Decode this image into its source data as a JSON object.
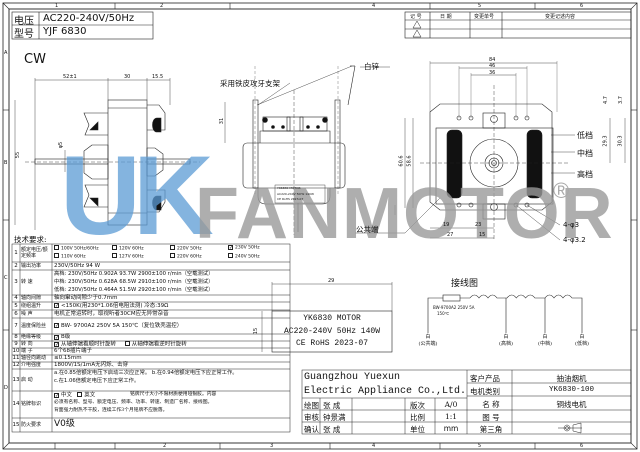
{
  "header": {
    "voltage_label": "电压",
    "voltage_value": "AC220-240V/50Hz",
    "model_label": "型号",
    "model_value": "YJF 6830"
  },
  "rotation": "CW",
  "ruler_top": [
    "1",
    "2",
    "4",
    "5",
    "6"
  ],
  "ruler_bottom": [
    "2",
    "3",
    "4",
    "5",
    "6"
  ],
  "ruler_side": [
    "A",
    "B",
    "C",
    "D"
  ],
  "revision_table": {
    "headers": [
      "记 号",
      "日 期",
      "变更单号",
      "变更记述内容"
    ]
  },
  "side_view": {
    "dims": [
      "52±1",
      "30",
      "15.5",
      "φ5",
      "55"
    ]
  },
  "front_view": {
    "callout_bracket": "采用铁皮攻牙支架",
    "callout_terminal": "白锌",
    "callout_common": "公共端",
    "dims": [
      "31"
    ],
    "plate_lines": [
      "YK6830 MOTOR",
      "AC220-240V 50Hz 140W",
      "CE RoHS 2023-07"
    ]
  },
  "rear_view": {
    "dims": [
      "84",
      "46",
      "36",
      "60.6",
      "58.6",
      "4.7",
      "3.7",
      "29.3",
      "30.3",
      "19",
      "23",
      "27",
      "15"
    ],
    "labels": [
      "低档",
      "中档",
      "高档",
      "4-φ3",
      "4-φ3.2"
    ]
  },
  "nameplate": {
    "width_dim": "29",
    "height_dim": "15",
    "lines": [
      "YK6830 MOTOR",
      "AC220-240V 50Hz 140W",
      "CE RoHS 2023-07"
    ]
  },
  "wiring": {
    "title": "接线图",
    "protector": "BW-9700A2 250V 5A",
    "protector_temp": "150℃",
    "terminals": [
      {
        "color": "白",
        "name": "(公共端)"
      },
      {
        "color": "白",
        "name": "(高档)"
      },
      {
        "color": "白",
        "name": "(中档)"
      },
      {
        "color": "白",
        "name": "(低档)"
      }
    ]
  },
  "tech": {
    "title": "技术要求:",
    "rows": [
      {
        "no": "1",
        "name": "额定电压/额定频率",
        "options": [
          {
            "label": "100V 50Hz/60Hz",
            "checked": false
          },
          {
            "label": "120V 60Hz",
            "checked": false
          },
          {
            "label": "220V 50Hz",
            "checked": false
          },
          {
            "label": "230V 50Hz",
            "checked": true
          },
          {
            "label": "110V 60Hz",
            "checked": false
          },
          {
            "label": "127V 60Hz",
            "checked": false
          },
          {
            "label": "220V 60Hz",
            "checked": false
          },
          {
            "label": "240V 50Hz",
            "checked": false
          }
        ]
      },
      {
        "no": "2",
        "name": "输出功率",
        "value": "230V/50Hz  94 W"
      },
      {
        "no": "3",
        "name": "转      速",
        "lines": [
          "高档: 230V/50Hz  0.902A   93.7W   2900±100 r/min（空载测试）",
          "中档: 230V/50Hz  0.628A   68.5W   2910±100 r/min（空载测试）",
          "低档: 230V/50Hz  0.464A   51.5W   2920±100 r/min（空载测试）"
        ]
      },
      {
        "no": "4",
        "name": "轴向间隙",
        "value": "轴向窜动间隙少于0.7mm"
      },
      {
        "no": "5",
        "name": "绕组温升",
        "value": "<150K(用230*1.06倍电阻法测) 冷态:39Ω",
        "checked": true
      },
      {
        "no": "6",
        "name": "噪    声",
        "value": "电机正常运转时，取视听者30CM应无异常杂音"
      },
      {
        "no": "7",
        "name": "温度保险丝",
        "value": "BW- 9700A2  250V 5A   150℃（复位铁壳温控）",
        "checked": true
      },
      {
        "no": "8",
        "name": "绝缘等级",
        "value": "B级",
        "checked": true
      },
      {
        "no": "9",
        "name": "转    向",
        "value": "从轴伸端看顺时针旋转",
        "checked": true,
        "alt": "从轴伸端看逆时针旋转",
        "alt_checked": false
      },
      {
        "no": "10",
        "name": "端    子",
        "value": "6个68插片端子"
      },
      {
        "no": "11",
        "name": "轴径向跳动",
        "value": "≤0.15mm"
      },
      {
        "no": "12",
        "name": "介电强度",
        "value": "1800V/1S/1mA无闪烁、击穿"
      },
      {
        "no": "13",
        "name": "启    动",
        "lines": [
          "a.在0.85倍额定电压下启动三次应正常。 b.在0.94倍额定电压下应正常工作。",
          "c.在1.06倍额定电压下应正常工作。"
        ]
      },
      {
        "no": "14",
        "name": "铭牌标识",
        "opt1": "中文",
        "opt1_checked": true,
        "opt2": "英文",
        "opt2_checked": false,
        "lines": [
          "铭牌尺寸大小不限材质梗用哑银胶。内容",
          "必须有名称、型号、额定电压、频率、功率、转速、制造厂名称、接线图。",
          "背面强力耐热不干胶，连续工作3个月铭牌不应脱落。"
        ]
      },
      {
        "no": "15",
        "name": "防火要求",
        "value": "V0级"
      }
    ]
  },
  "title_block": {
    "company_line1": "Guangzhou Yuexun",
    "company_line2": "Electric Appliance Co.,Ltd.",
    "customer_product_label": "客户产品",
    "customer_product": "抽油烟机",
    "motor_type_label": "电机类别",
    "motor_type": "YK6830-100",
    "drawn_label": "绘图",
    "drawn_by": "张  成",
    "review_label": "审核",
    "reviewed_by": "钟景满",
    "confirm_label": "确认",
    "confirmed_by": "张  成",
    "version_label": "版次",
    "version": "A/0",
    "scale_label": "比例",
    "scale": "1:1",
    "unit_label": "单位",
    "unit": "mm",
    "name_label": "名 称",
    "name": "铜线电机",
    "drawing_no_label": "图 号",
    "drawing_no": "",
    "projection_label": "第三角"
  },
  "watermark": {
    "logo_a": "UK",
    "logo_b": "FANMOTOR",
    "mark": "®",
    "colors": {
      "uk": "#5b9bd5",
      "fan": "#9a9a9a"
    }
  }
}
